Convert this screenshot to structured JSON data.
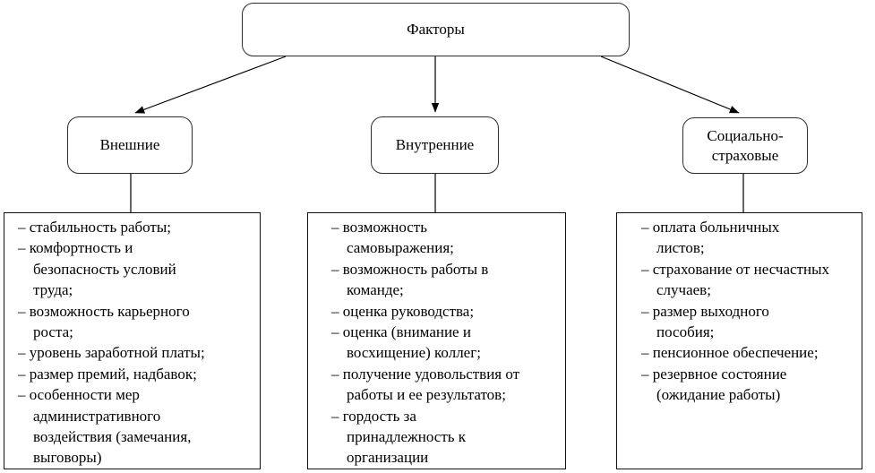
{
  "diagram": {
    "root": {
      "label": "Факторы"
    },
    "branches": [
      {
        "label": "Внешние",
        "items": [
          "– стабильность работы;",
          "– комфортность и\nбезопасность условий\nтруда;",
          "– возможность карьерного\nроста;",
          "– уровень заработной платы;",
          "– размер премий, надбавок;",
          "– особенности мер\nадминистративного\nвоздействия (замечания,\nвыговоры)"
        ]
      },
      {
        "label": "Внутренние",
        "items": [
          "– возможность\nсамовыражения;",
          "– возможность работы в\nкоманде;",
          "– оценка руководства;",
          "– оценка (внимание и\nвосхищение) коллег;",
          "– получение удовольствия от\nработы и ее результатов;",
          "– гордость за\nпринадлежность к\nорганизации"
        ]
      },
      {
        "label": "Социально-\nстраховые",
        "items": [
          "– оплата больничных\nлистов;",
          "– страхование от несчастных\nслучаев;",
          "– размер выходного\nпособия;",
          "– пенсионное обеспечение;",
          "– резервное состояние\n(ожидание работы)"
        ]
      }
    ],
    "colors": {
      "line": "#000000",
      "border": "#2f2f2f",
      "background": "#ffffff",
      "text": "#000000"
    }
  }
}
